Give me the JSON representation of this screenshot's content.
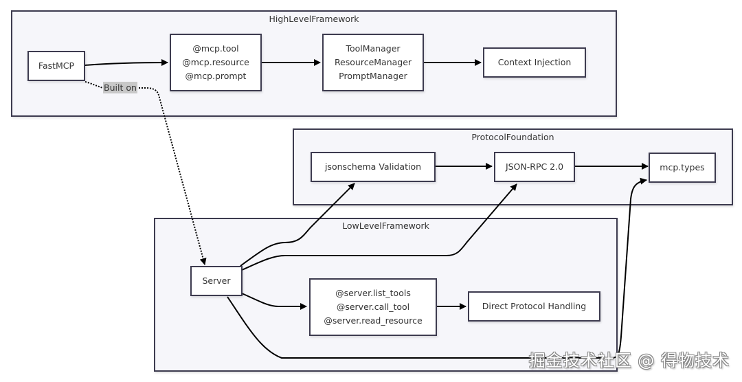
{
  "clusters": {
    "high": {
      "title": "HighLevelFramework"
    },
    "protocol": {
      "title": "ProtocolFoundation"
    },
    "low": {
      "title": "LowLevelFramework"
    }
  },
  "nodes": {
    "fastmcp": {
      "lines": [
        "FastMCP"
      ]
    },
    "decorators": {
      "lines": [
        "@mcp.tool",
        "@mcp.resource",
        "@mcp.prompt"
      ]
    },
    "managers": {
      "lines": [
        "ToolManager",
        "ResourceManager",
        "PromptManager"
      ]
    },
    "context": {
      "lines": [
        "Context Injection"
      ]
    },
    "jsonschema": {
      "lines": [
        "jsonschema Validation"
      ]
    },
    "jsonrpc": {
      "lines": [
        "JSON-RPC 2.0"
      ]
    },
    "types": {
      "lines": [
        "mcp.types"
      ]
    },
    "server": {
      "lines": [
        "Server"
      ]
    },
    "server_decorators": {
      "lines": [
        "@server.list_tools",
        "@server.call_tool",
        "@server.read_resource"
      ]
    },
    "direct": {
      "lines": [
        "Direct Protocol Handling"
      ]
    }
  },
  "edges": [
    {
      "from": "FastMCP",
      "to": "@mcp decorators",
      "style": "solid"
    },
    {
      "from": "@mcp decorators",
      "to": "Managers",
      "style": "solid"
    },
    {
      "from": "Managers",
      "to": "Context Injection",
      "style": "solid"
    },
    {
      "from": "FastMCP",
      "to": "Server",
      "style": "dotted",
      "label": "Built on"
    },
    {
      "from": "jsonschema Validation",
      "to": "JSON-RPC 2.0",
      "style": "solid"
    },
    {
      "from": "JSON-RPC 2.0",
      "to": "mcp.types",
      "style": "solid"
    },
    {
      "from": "Server",
      "to": "jsonschema Validation",
      "style": "solid"
    },
    {
      "from": "Server",
      "to": "JSON-RPC 2.0",
      "style": "solid"
    },
    {
      "from": "Server",
      "to": "mcp.types",
      "style": "solid"
    },
    {
      "from": "Server",
      "to": "@server decorators",
      "style": "solid"
    },
    {
      "from": "@server decorators",
      "to": "Direct Protocol Handling",
      "style": "solid"
    }
  ],
  "edge_labels": {
    "built_on": "Built on"
  },
  "watermark": "掘金技术社区 @ 得物技术"
}
